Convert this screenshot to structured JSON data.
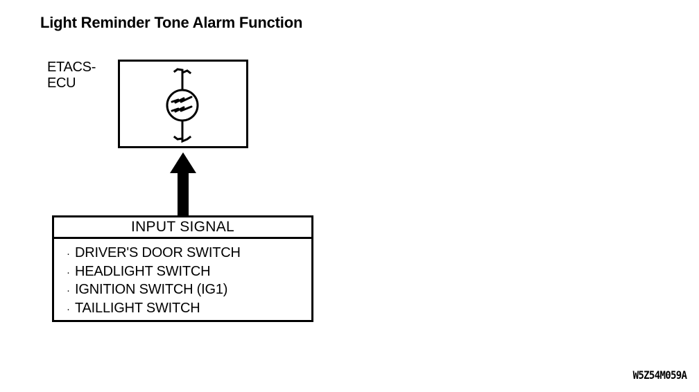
{
  "page": {
    "title": "Light Reminder Tone Alarm Function",
    "background_color": "#FFFFFF",
    "line_color": "#000000",
    "reference_code": "W5Z54M059A"
  },
  "ecu": {
    "label": "ETACS-\nECU",
    "component_icon": "buzzer-icon",
    "component_name": "buzzer"
  },
  "flow": {
    "arrow_icon": "up-arrow-icon",
    "direction": "up"
  },
  "input_signal": {
    "header": "INPUT SIGNAL",
    "bullet_glyph": "·",
    "items": [
      "DRIVER'S DOOR SWITCH",
      "HEADLIGHT SWITCH",
      "IGNITION SWITCH (IG1)",
      "TAILLIGHT SWITCH"
    ]
  }
}
